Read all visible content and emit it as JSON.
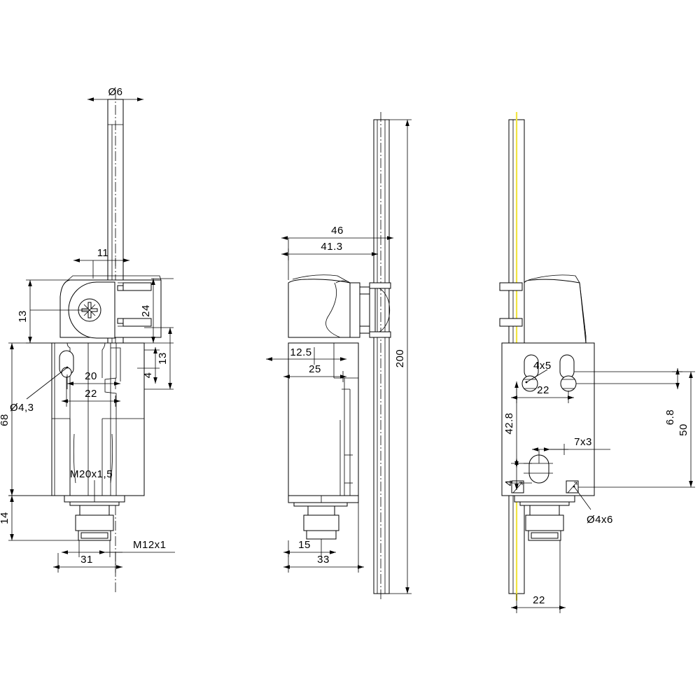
{
  "drawing": {
    "title": "Limit switch with roller lever / rod actuator — 3 orthographic views",
    "type": "technical-drawing",
    "units": "mm",
    "background_color": "#ffffff",
    "line_color": "#000000",
    "accent_color": "#f2e544",
    "views": [
      {
        "name": "front-view",
        "label": ""
      },
      {
        "name": "side-view",
        "label": ""
      },
      {
        "name": "rear-view",
        "label": ""
      }
    ]
  },
  "dimensions": {
    "front": {
      "rod_dia": "Ø6",
      "rod_offset": "11",
      "head_height": "24",
      "head_axis": "13",
      "body_height": "68",
      "mount_hole_dia": "Ø4,3",
      "bracket_w1": "20",
      "bracket_w2": "22",
      "plate_13": "13",
      "plate_4": "4",
      "gland_height": "14",
      "gland_thread": "M20x1,5",
      "connector_thread": "M12x1",
      "body_width": "31"
    },
    "side": {
      "overall_depth": "46",
      "body_depth": "41.3",
      "step_12_5": "12.5",
      "step_25": "25",
      "rod_length": "200",
      "connector_offset": "15",
      "base_depth": "33"
    },
    "rear": {
      "slot_4x5": "4x5",
      "hole_spacing": "22",
      "rod_face_dist": "42.8",
      "edge_4": "4",
      "keyway_7x3": "7x3",
      "hole_4x6": "Ø4x6",
      "hole_offset_6_8": "6.8",
      "hole_span_50": "50",
      "base_width_22": "22"
    }
  }
}
